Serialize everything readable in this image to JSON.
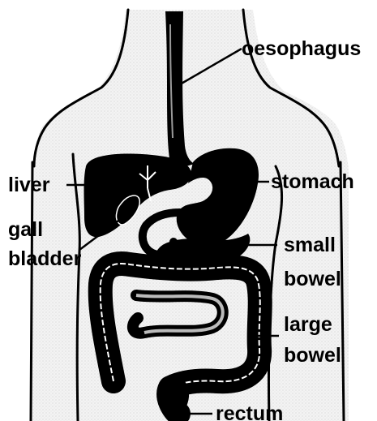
{
  "labels": {
    "oesophagus": "oesophagus",
    "liver": "liver",
    "stomach": "stomach",
    "gall_bladder_line1": "gall",
    "gall_bladder_line2": "bladder",
    "small_bowel_line1": "small",
    "small_bowel_line2": "bowel",
    "large_bowel_line1": "large",
    "large_bowel_line2": "bowel",
    "rectum": "rectum"
  },
  "colors": {
    "ink": "#000000",
    "torso_shade": "#ededed",
    "background": "#ffffff"
  }
}
